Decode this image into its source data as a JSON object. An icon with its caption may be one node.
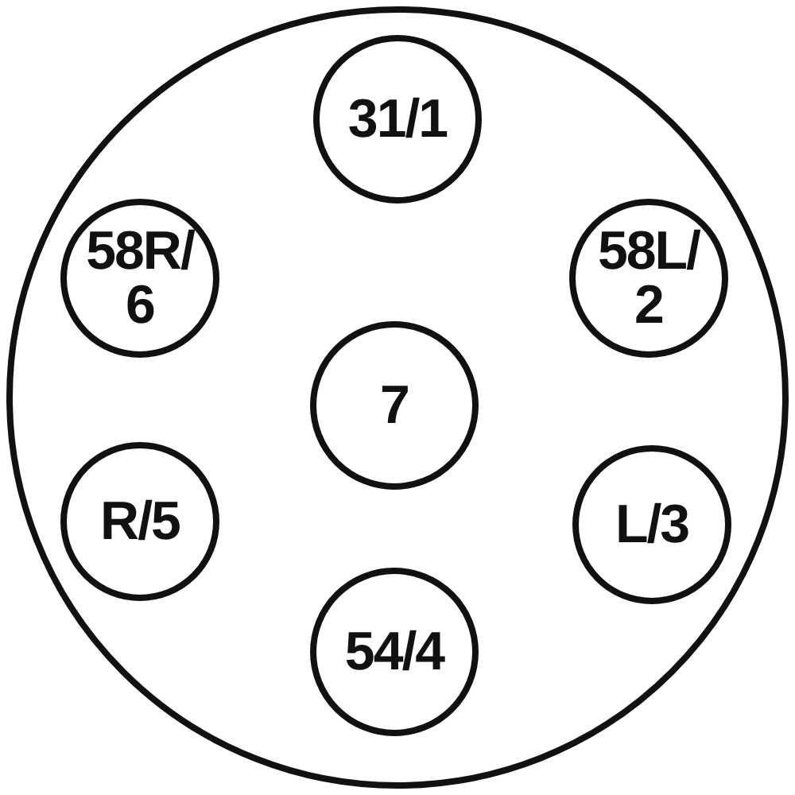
{
  "diagram": {
    "nodes": [
      {
        "text": [],
        "shape": "circle"
      },
      {
        "text": [
          "31/1"
        ],
        "in": 0
      },
      {
        "text": [
          "58R/ 6"
        ],
        "in": 0
      },
      {
        "text": [
          "58L/ 2"
        ],
        "in": 0
      },
      {
        "text": [
          "7"
        ],
        "in": 0
      },
      {
        "text": [
          "R/5"
        ],
        "in": 0
      },
      {
        "text": [
          "L/3"
        ],
        "in": 0
      },
      {
        "text": [
          "54/4"
        ],
        "in": 0
      }
    ]
  }
}
